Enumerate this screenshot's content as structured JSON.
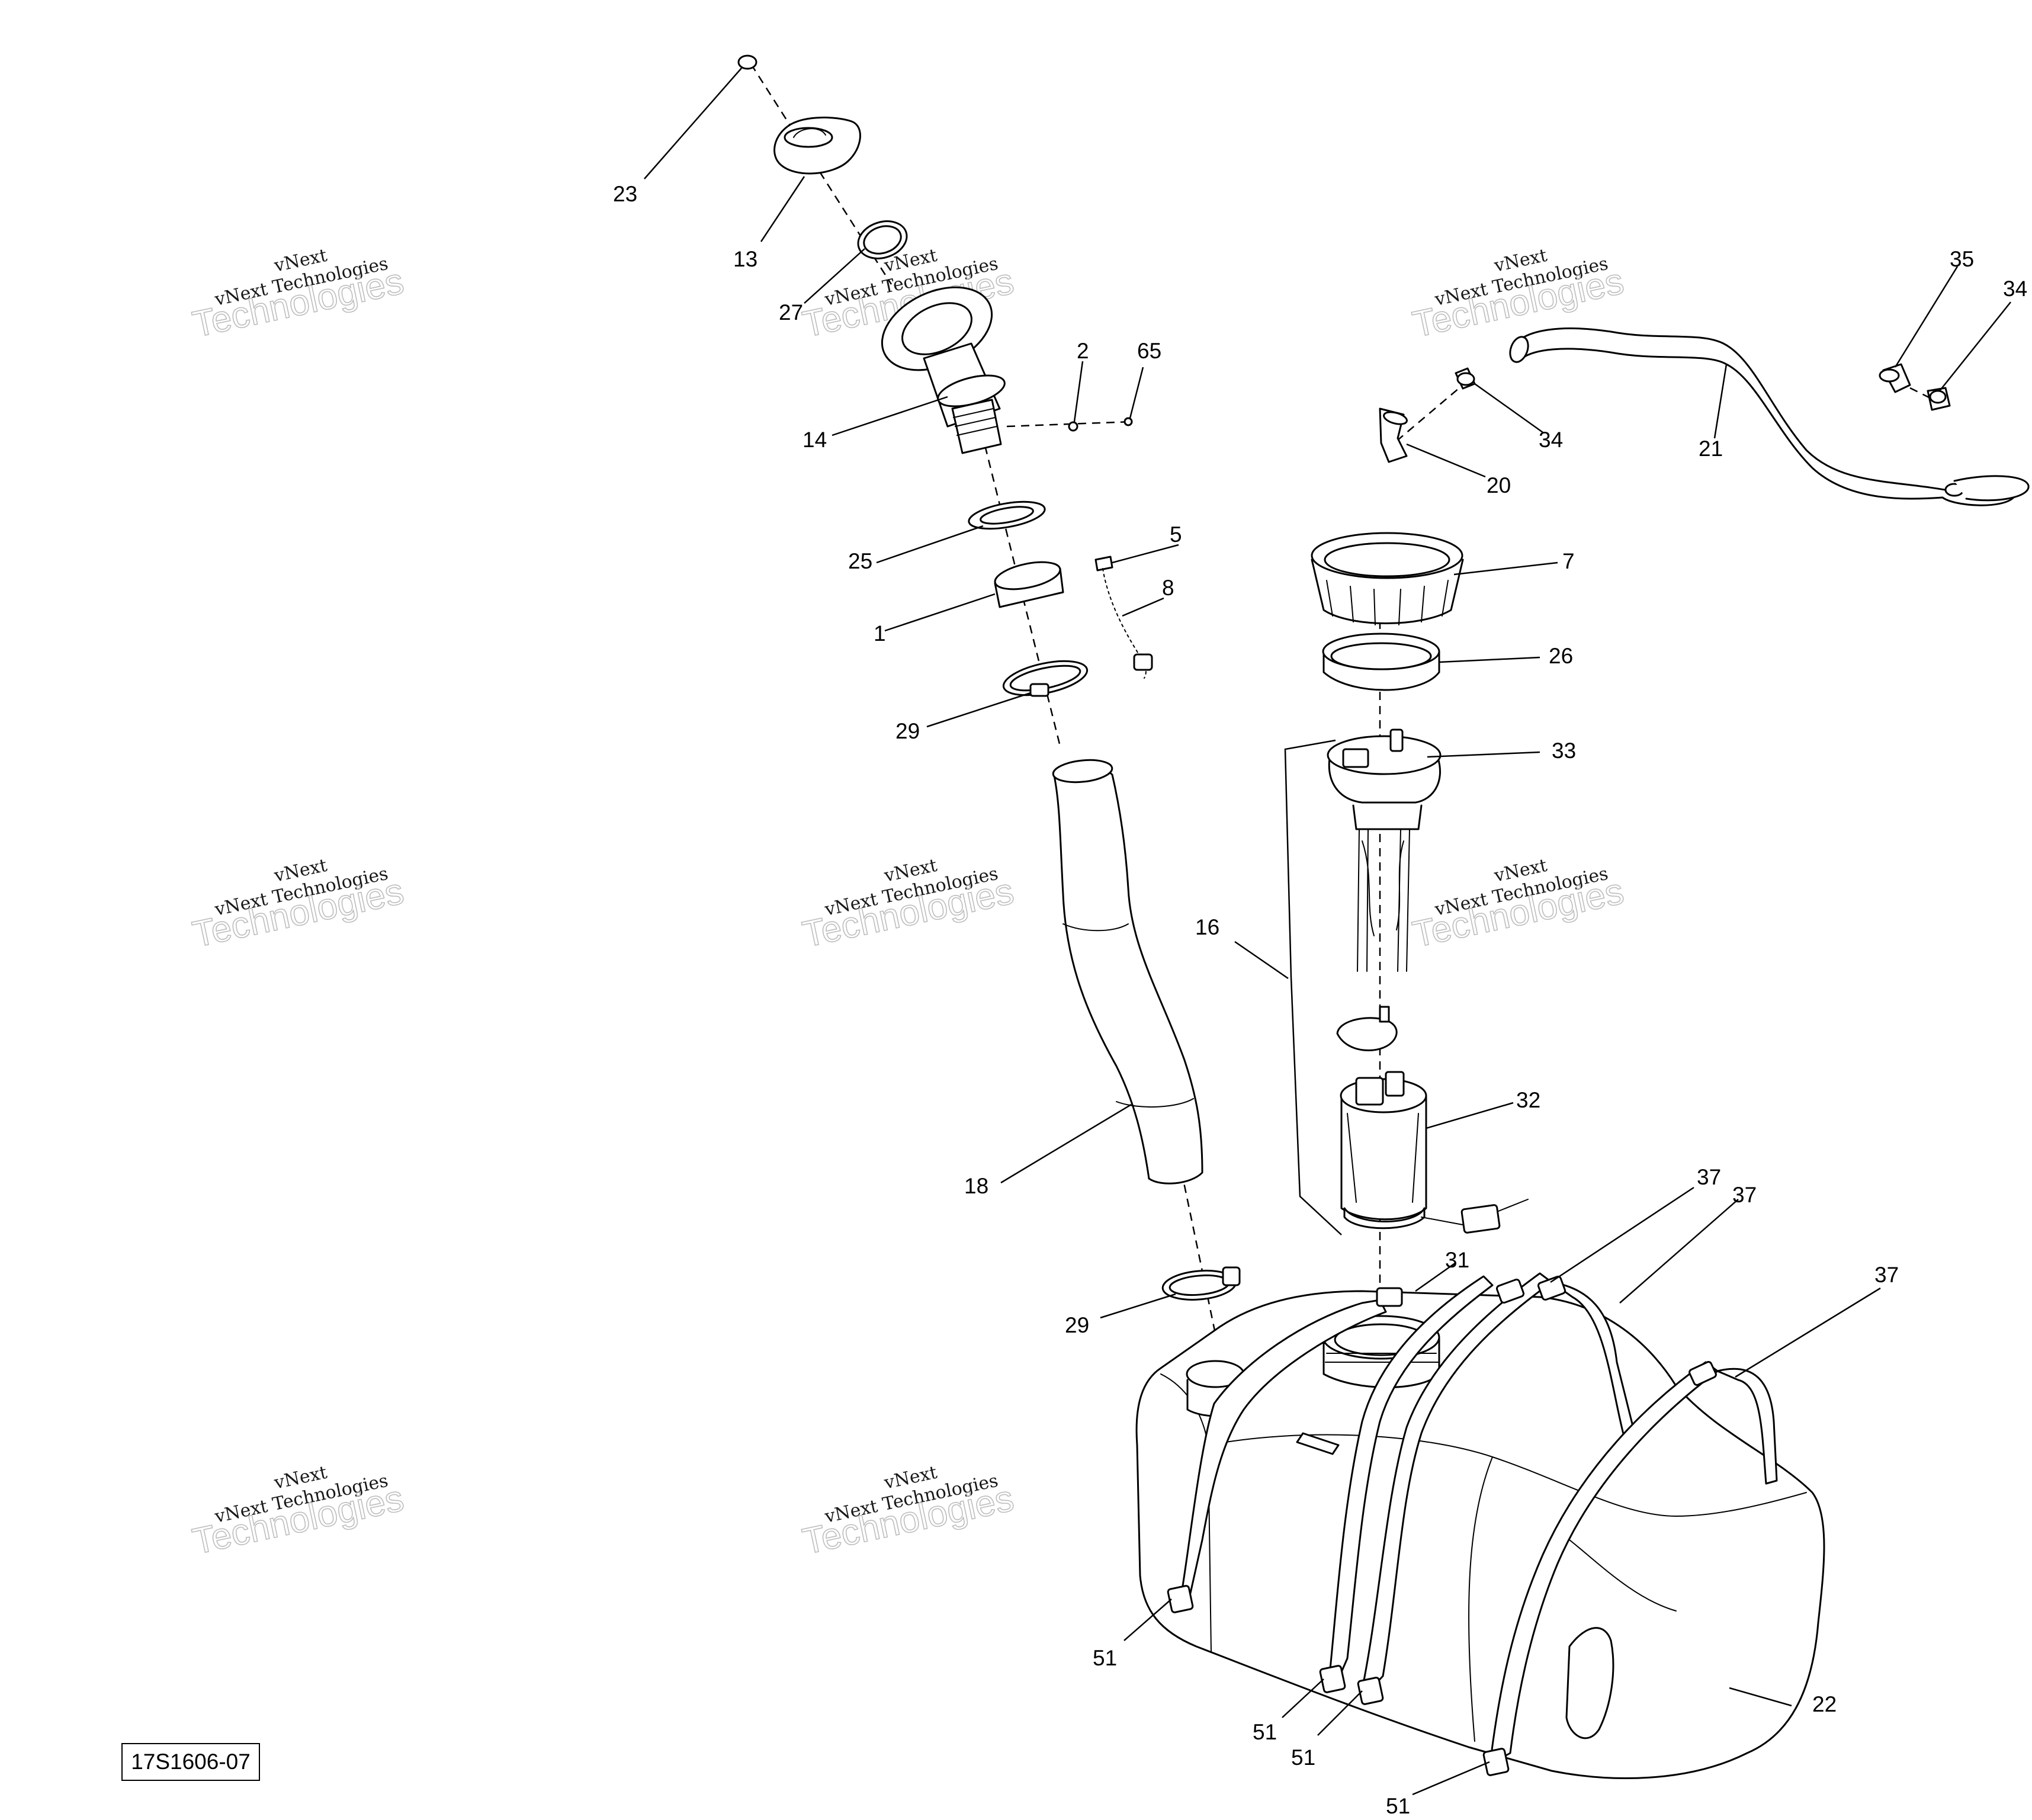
{
  "diagram": {
    "drawing_code": "17S1606-07",
    "watermark": {
      "line1": "vNext",
      "line2": "vNext Technologies",
      "line3": "Technologies"
    },
    "callouts": {
      "c1": "1",
      "c2": "2",
      "c5": "5",
      "c7": "7",
      "c8": "8",
      "c13": "13",
      "c14": "14",
      "c16": "16",
      "c18": "18",
      "c20": "20",
      "c21": "21",
      "c22": "22",
      "c23": "23",
      "c25": "25",
      "c26": "26",
      "c27": "27",
      "c29a": "29",
      "c29b": "29",
      "c31": "31",
      "c32": "32",
      "c33": "33",
      "c34a": "34",
      "c34b": "34",
      "c35": "35",
      "c37a": "37",
      "c37b": "37",
      "c37c": "37",
      "c51a": "51",
      "c51b": "51",
      "c51c": "51",
      "c51d": "51",
      "c65": "65"
    }
  }
}
